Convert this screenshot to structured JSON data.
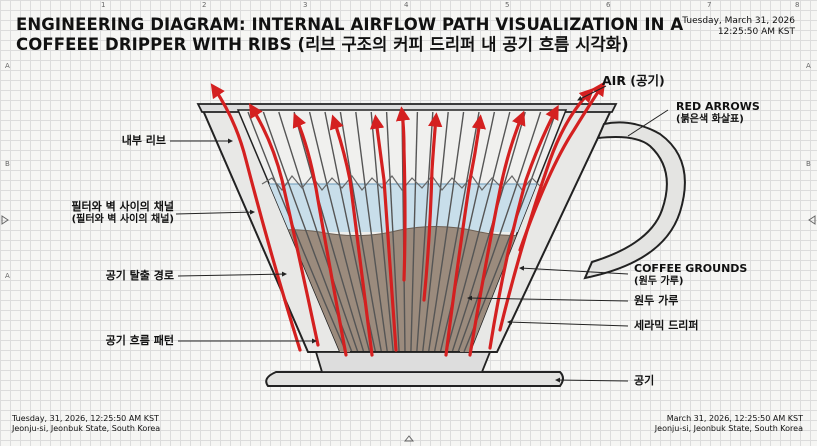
{
  "title": {
    "line1": "ENGINEERING DIAGRAM: INTERNAL AIRFLOW PATH VISUALIZATION IN A",
    "line2": "COFFEEE DRIPPER WITH RIBS (리브 구조의 커피 드리퍼 내 공기 흐름 시각화)"
  },
  "header": {
    "date": "Tuesday, March 31, 2026",
    "time": "12:25:50 AM KST"
  },
  "footer_left": {
    "line1": "Tuesday, 31, 2026, 12:25:50 AM KST",
    "line2": "Jeonju-si, Jeonbuk State, South Korea"
  },
  "footer_right": {
    "line1": "March 31, 2026, 12:25:50 AM KST",
    "line2": "Jeonju-si, Jeonbuk State, South Korea"
  },
  "labels_left": {
    "internal_ribs": "내부 리브",
    "channel_main": "필터와 벽 사이의 채널",
    "channel_sub": "(필터와 벽 사이의 채널)",
    "air_exit_path": "공기 탈출 경로",
    "airflow_pattern": "공기 흐름 패턴"
  },
  "labels_right": {
    "air": "AIR (공기)",
    "red_arrows_main": "RED ARROWS",
    "red_arrows_sub": "(붉은색 화살표)",
    "coffee_grounds_main": "COFFEE GROUNDS",
    "coffee_grounds_sub": "(원두 가루)",
    "grounds_kr": "원두 가루",
    "ceramic_dripper": "세라믹 드리퍼",
    "air_bottom": "공기"
  },
  "border_marks": {
    "top": [
      "1",
      "2",
      "3",
      "4",
      "5",
      "6",
      "7",
      "8"
    ],
    "side": [
      "A",
      "B",
      "A",
      "A",
      "B"
    ]
  },
  "colors": {
    "arrow": "#d42020",
    "grounds": "#9b8b7d",
    "water": "#bcd6e6",
    "body_stroke": "#222222"
  }
}
